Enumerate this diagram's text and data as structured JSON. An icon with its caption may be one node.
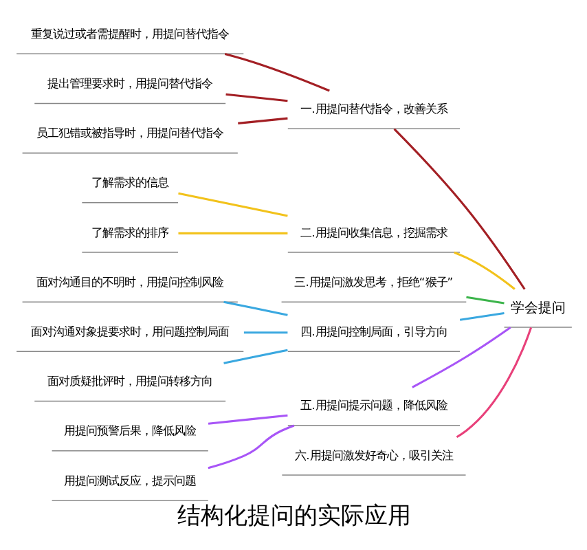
{
  "diagram": {
    "caption": "结构化提问的实际应用",
    "nodes": [
      {
        "text": [
          "学会提问"
        ]
      },
      {
        "text": [
          "一.用提问替代指令，改善关系"
        ]
      },
      {
        "text": [
          "重复说过或者需提醒时，用提问替代指令"
        ]
      },
      {
        "text": [
          "提出管理要求时，用提问替代指令"
        ]
      },
      {
        "text": [
          "员工犯错或被指导时，用提问替代指令"
        ]
      },
      {
        "text": [
          "二.用提问收集信息，挖掘需求"
        ]
      },
      {
        "text": [
          "了解需求的信息"
        ]
      },
      {
        "text": [
          "了解需求的排序"
        ]
      },
      {
        "text": [
          "三.用提问激发思考，拒绝“猴子”"
        ]
      },
      {
        "text": [
          "四.用提问控制局面，引导方向"
        ]
      },
      {
        "text": [
          "面对沟通目的不明时，用提问控制风险"
        ]
      },
      {
        "text": [
          "面对沟通对象提要求时，用问题控制局面"
        ]
      },
      {
        "text": [
          "面对质疑批评时，用提问转移方向"
        ]
      },
      {
        "text": [
          "五.用提问提示问题，降低风险"
        ]
      },
      {
        "text": [
          "用提问预警后果，降低风险"
        ]
      },
      {
        "text": [
          "用提问测试反应，提示问题"
        ]
      },
      {
        "text": [
          "六.用提问激发好奇心，吸引关注"
        ]
      }
    ],
    "edges": [
      {
        "from": 0,
        "to": 1,
        "arrow": "none",
        "color": "#a31f24"
      },
      {
        "from": 1,
        "to": 2,
        "arrow": "none",
        "color": "#a31f24"
      },
      {
        "from": 1,
        "to": 3,
        "arrow": "none",
        "color": "#a31f24"
      },
      {
        "from": 1,
        "to": 4,
        "arrow": "none",
        "color": "#a31f24"
      },
      {
        "from": 0,
        "to": 5,
        "arrow": "none",
        "color": "#f2c21b"
      },
      {
        "from": 5,
        "to": 6,
        "arrow": "none",
        "color": "#f2c21b"
      },
      {
        "from": 5,
        "to": 7,
        "arrow": "none",
        "color": "#f2c21b"
      },
      {
        "from": 0,
        "to": 8,
        "arrow": "none",
        "color": "#3cb44b"
      },
      {
        "from": 0,
        "to": 9,
        "arrow": "none",
        "color": "#3aa8e0"
      },
      {
        "from": 9,
        "to": 10,
        "arrow": "none",
        "color": "#3aa8e0"
      },
      {
        "from": 9,
        "to": 11,
        "arrow": "none",
        "color": "#3aa8e0"
      },
      {
        "from": 9,
        "to": 12,
        "arrow": "none",
        "color": "#3aa8e0"
      },
      {
        "from": 0,
        "to": 13,
        "arrow": "none",
        "color": "#a855f7"
      },
      {
        "from": 13,
        "to": 14,
        "arrow": "none",
        "color": "#a855f7"
      },
      {
        "from": 13,
        "to": 15,
        "arrow": "none",
        "color": "#a855f7"
      },
      {
        "from": 0,
        "to": 16,
        "arrow": "none",
        "color": "#e8407a"
      }
    ]
  }
}
